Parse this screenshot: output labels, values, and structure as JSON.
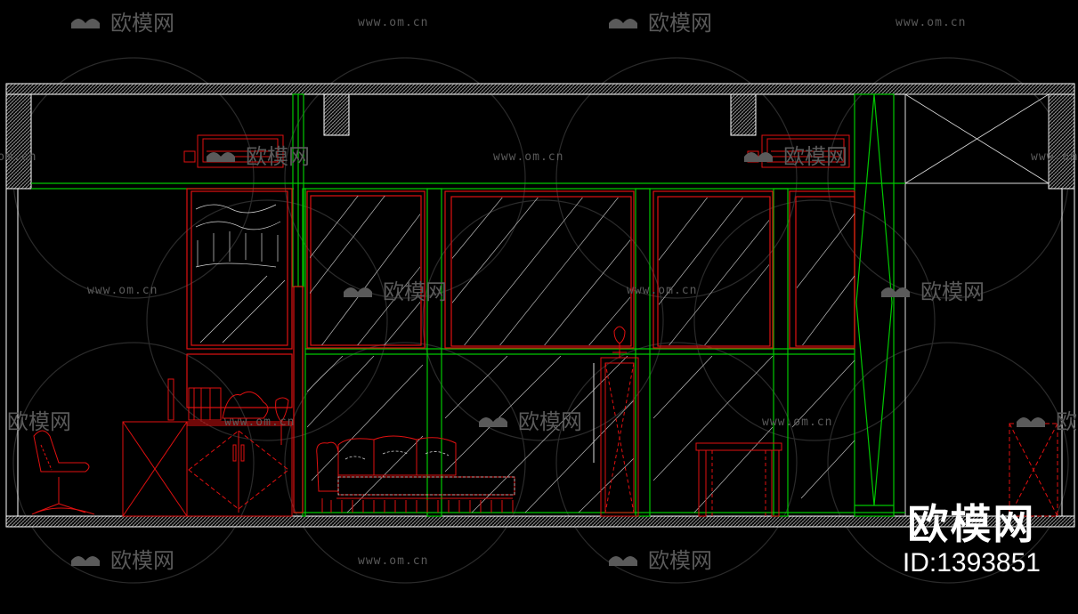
{
  "watermark": {
    "brand_text": "欧模网",
    "url_text": "www.om.cn"
  },
  "brand_mark": {
    "name": "欧模网",
    "id_label": "ID:1393851"
  },
  "colors": {
    "background": "#000000",
    "wall_outline": "#ffffff",
    "frame_green": "#00c800",
    "furniture_red": "#e01010",
    "watermark_gray": "#5a5a5a"
  }
}
